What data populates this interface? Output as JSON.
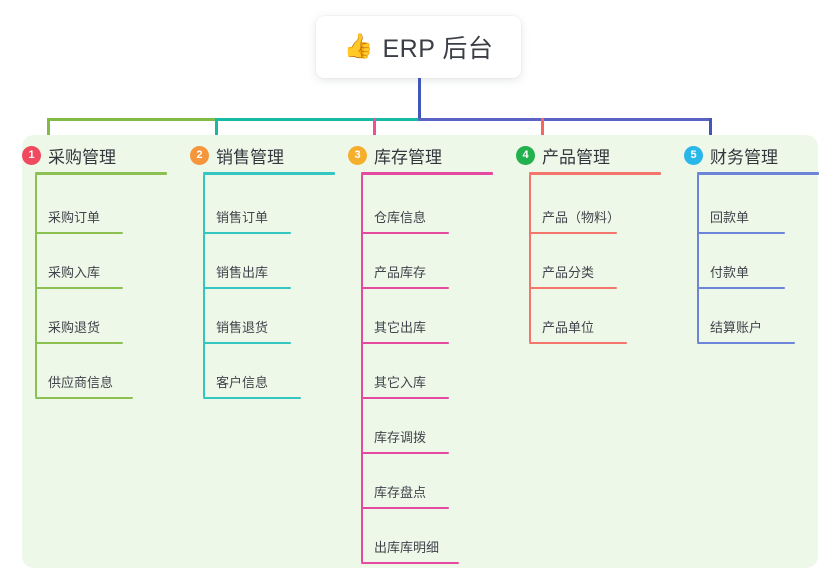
{
  "title": {
    "icon": "thumbs-up-icon",
    "icon_glyph": "👍",
    "text": "ERP 后台"
  },
  "colors": {
    "panel_bg": "#eef8e9",
    "page_bg": "#ffffff",
    "trunk": "#4056b8",
    "bus_left": "#7fbb45",
    "bus_mid": "#16b9a3",
    "bus_right": "#5a63c4",
    "drop_1": "#7fbb45",
    "drop_2": "#16b9a3",
    "drop_3": "#ee4f96",
    "drop_4": "#f4665f",
    "drop_5": "#4056b8",
    "text_dark": "#33373d",
    "text_leaf": "#3f444b"
  },
  "columns": [
    {
      "index": "1",
      "title": "采购管理",
      "badge_color": "#ef4a5e",
      "line_color": "#8cc152",
      "items": [
        "采购订单",
        "采购入库",
        "采购退货",
        "供应商信息"
      ]
    },
    {
      "index": "2",
      "title": "销售管理",
      "badge_color": "#f5963c",
      "line_color": "#34c6c0",
      "items": [
        "销售订单",
        "销售出库",
        "销售退货",
        "客户信息"
      ]
    },
    {
      "index": "3",
      "title": "库存管理",
      "badge_color": "#f6ae2d",
      "line_color": "#e44ba0",
      "items": [
        "仓库信息",
        "产品库存",
        "其它出库",
        "其它入库",
        "库存调拨",
        "库存盘点",
        "出库库明细"
      ]
    },
    {
      "index": "4",
      "title": "产品管理",
      "badge_color": "#22b14c",
      "line_color": "#f4756b",
      "items": [
        "产品（物料）",
        "产品分类",
        "产品单位"
      ]
    },
    {
      "index": "5",
      "title": "财务管理",
      "badge_color": "#29b6e8",
      "line_color": "#6d85d8",
      "items": [
        "回款单",
        "付款单",
        "结算账户"
      ]
    }
  ]
}
